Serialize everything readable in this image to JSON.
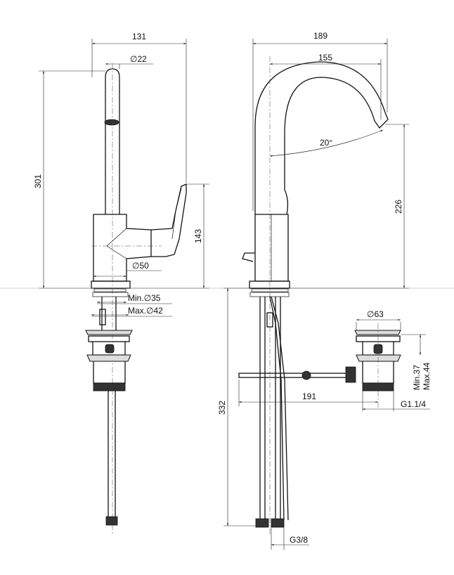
{
  "left_view": {
    "width": "131",
    "spout_diameter": "∅22",
    "height": "301",
    "lever_height": "143",
    "base_diameter": "∅50",
    "hole_min": "Min.∅35",
    "hole_max": "Max.∅42"
  },
  "right_view": {
    "width": "189",
    "spout_reach": "155",
    "angle": "20°",
    "spout_height": "226",
    "drain_diameter": "∅63",
    "hose_length": "332",
    "rod_length": "191",
    "thickness_min": "Min.37",
    "thickness_max": "Max.44",
    "drain_thread": "G1.1/4",
    "hose_thread": "G3/8"
  }
}
